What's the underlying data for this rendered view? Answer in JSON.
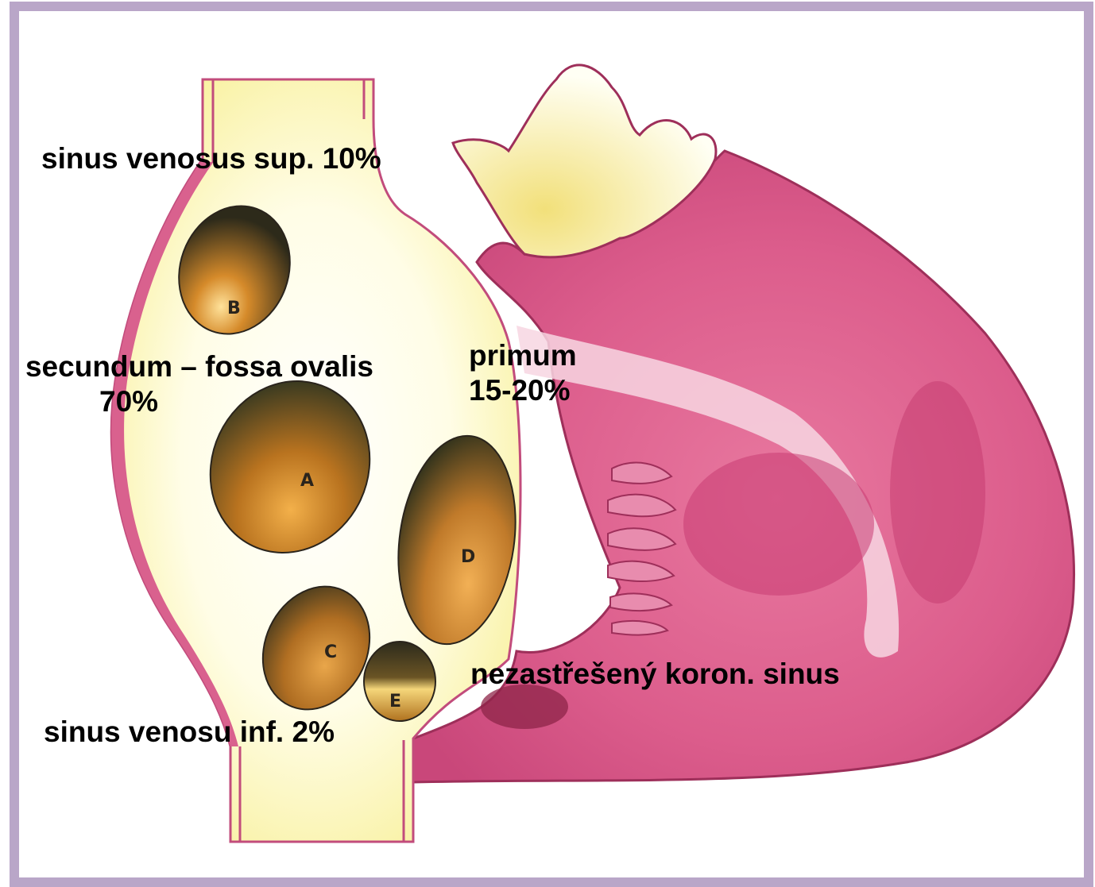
{
  "labels": {
    "sinus_venosus_sup": "sinus venosus sup. 10%",
    "secundum_line1": "secundum – fossa ovalis",
    "secundum_line2": "70%",
    "primum_line1": "primum",
    "primum_line2": "15-20%",
    "coronary_sinus": "nezastřešený koron. sinus",
    "sinus_venosus_inf": "sinus venosu inf. 2%"
  },
  "defect_letters": {
    "a": "A",
    "b": "B",
    "c": "C",
    "d": "D",
    "e": "E"
  },
  "colors": {
    "frame_border": "#b9a6c8",
    "atrial_wall": "#d9618e",
    "atrium_fill": "#fdf9c8",
    "ventricle_fill": "#e06b9b",
    "ventricle_dark": "#c93d72",
    "defect_dark": "#3a3a22",
    "defect_light": "#d98a2a"
  }
}
